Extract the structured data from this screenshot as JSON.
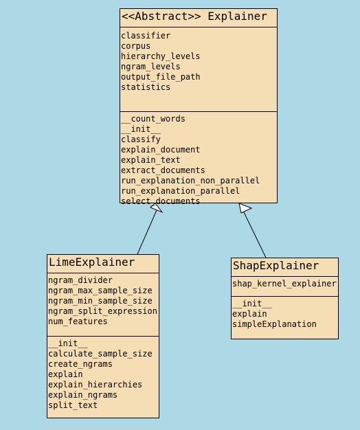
{
  "colors": {
    "background": "#add8e6",
    "box_fill": "#f5deb3",
    "line": "#000000"
  },
  "classes": {
    "explainer": {
      "name": "<<Abstract>> Explainer",
      "attributes": [
        "classifier",
        "corpus",
        "hierarchy_levels",
        "ngram_levels",
        "output_file_path",
        "statistics"
      ],
      "methods": [
        "__count_words",
        "__init__",
        "classify",
        "explain_document",
        "explain_text",
        "extract_documents",
        "run_explanation_non_parallel",
        "run_explanation_parallel",
        "select_documents"
      ]
    },
    "lime": {
      "name": "LimeExplainer",
      "attributes": [
        "ngram_divider",
        "ngram_max_sample_size",
        "ngram_min_sample_size",
        "ngram_split_expression",
        "num_features"
      ],
      "methods": [
        "__init__",
        "calculate_sample_size",
        "create_ngrams",
        "explain",
        "explain_hierarchies",
        "explain_ngrams",
        "split_text"
      ]
    },
    "shap": {
      "name": "ShapExplainer",
      "attributes": [
        "shap_kernel_explainer"
      ],
      "methods": [
        "__init__",
        "explain",
        "simpleExplanation"
      ]
    }
  }
}
